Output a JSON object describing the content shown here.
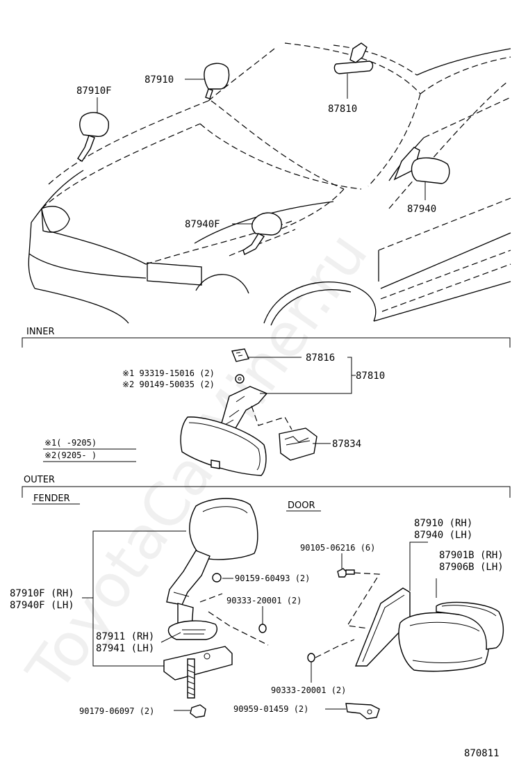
{
  "watermark": "ToyotaCarMiner.ru",
  "sections": {
    "inner": "INNER",
    "outer": "OUTER",
    "fender": "FENDER",
    "door": "DOOR"
  },
  "overview_labels": {
    "p87910f": "87910F",
    "p87910": "87910",
    "p87810": "87810",
    "p87940": "87940",
    "p87940f": "87940F"
  },
  "inner_labels": {
    "p87816": "87816",
    "p87810": "87810",
    "p87834": "87834",
    "screw1": "※1 93319-15016 (2)",
    "screw2": "※2 90149-50035 (2)",
    "note1": "※1(      -9205)",
    "note2": "※2(9205-        )"
  },
  "fender_labels": {
    "mirror_rh": "87910F (RH)",
    "mirror_lh": "87940F (LH)",
    "base_rh": "87911 (RH)",
    "base_lh": "87941 (LH)",
    "screw": "90159-60493 (2)",
    "cap": "90333-20001 (2)",
    "bolt": "90179-06097 (2)"
  },
  "door_labels": {
    "bolt": "90105-06216 (6)",
    "mirror_rh": "87910 (RH)",
    "mirror_lh": "87940 (LH)",
    "glass_rh": "87901B (RH)",
    "glass_lh": "87906B (LH)",
    "cap": "90333-20001 (2)",
    "clip": "90959-01459 (2)"
  },
  "figure_number": "870811"
}
